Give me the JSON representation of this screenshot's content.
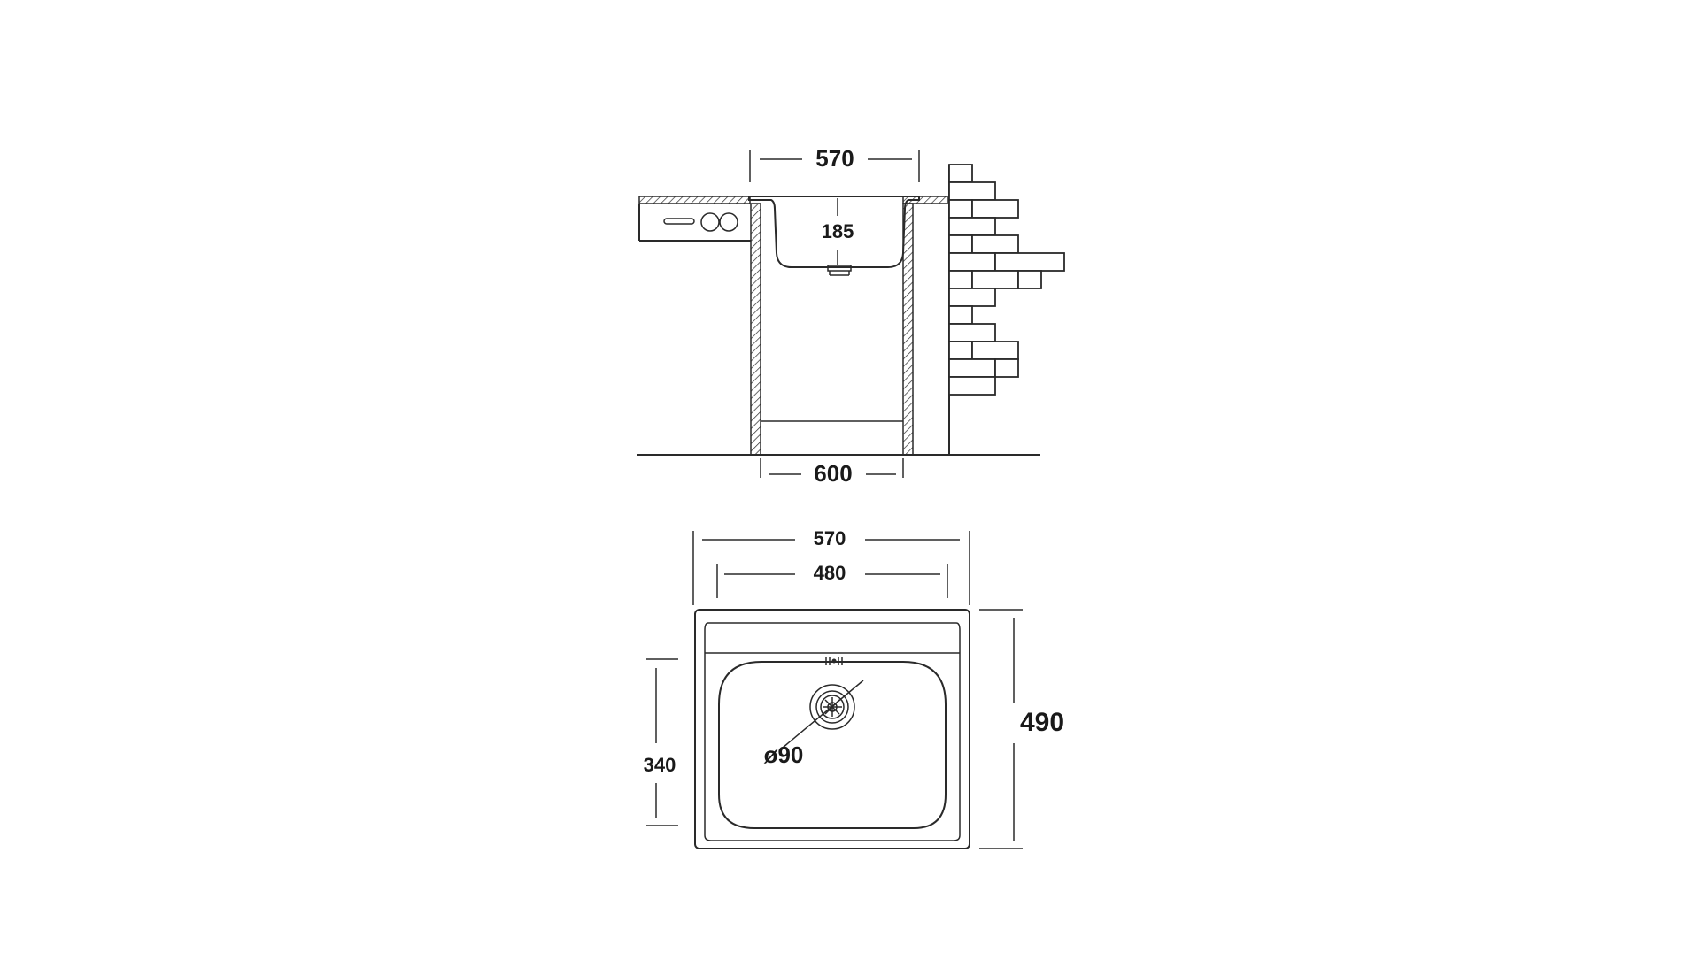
{
  "side_view": {
    "dim_top_width": "570",
    "dim_depth": "185",
    "dim_cabinet_width": "600"
  },
  "top_view": {
    "dim_outer_width": "570",
    "dim_bowl_width": "480",
    "dim_outer_depth": "490",
    "dim_bowl_depth": "340",
    "dim_drain": "ø90"
  }
}
